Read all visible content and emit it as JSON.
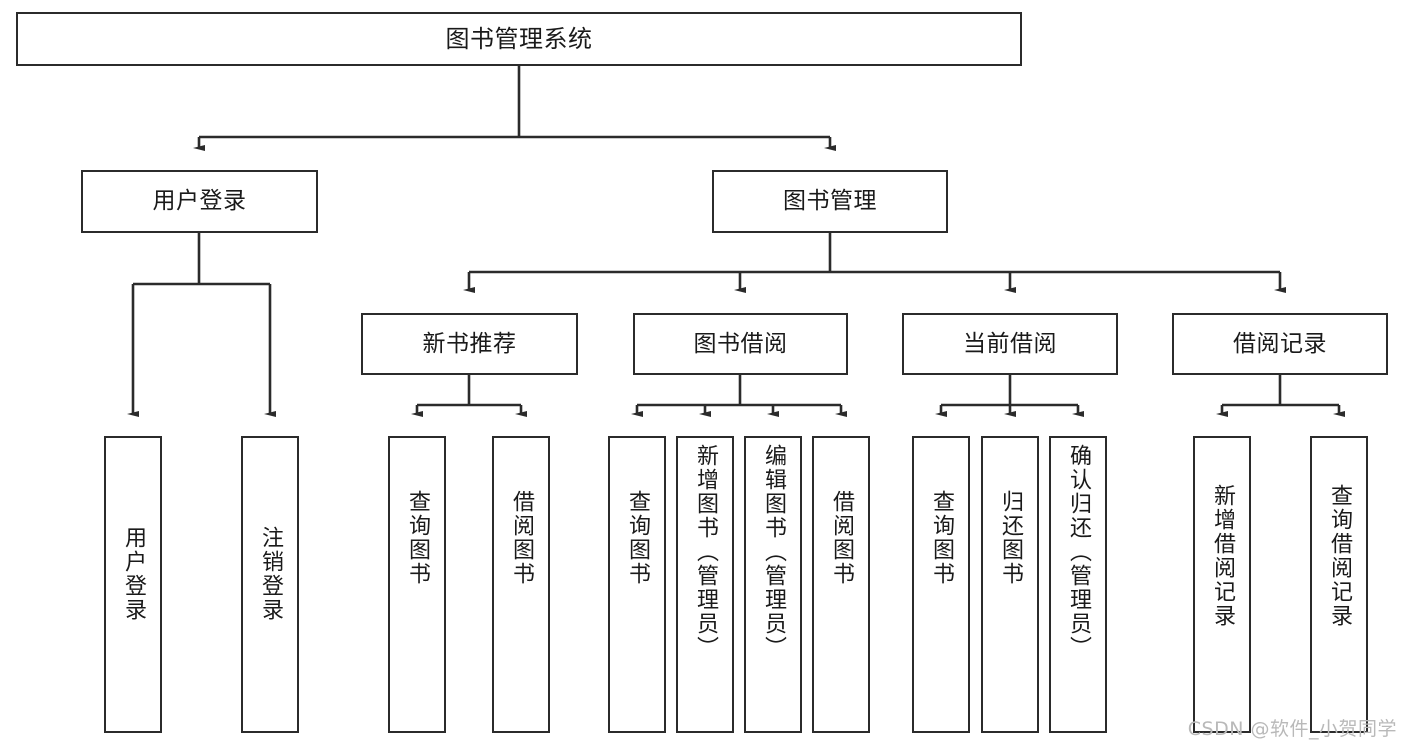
{
  "diagram": {
    "type": "tree-hierarchy",
    "title": "图书管理系统",
    "root": {
      "id": "root",
      "label": "图书管理系统",
      "orientation": "horizontal"
    },
    "level2": [
      {
        "id": "user-login",
        "label": "用户登录",
        "orientation": "horizontal"
      },
      {
        "id": "book-manage",
        "label": "图书管理",
        "orientation": "horizontal"
      }
    ],
    "level3": [
      {
        "id": "new-book-recommend",
        "label": "新书推荐",
        "orientation": "horizontal",
        "parent": "book-manage"
      },
      {
        "id": "book-borrow",
        "label": "图书借阅",
        "orientation": "horizontal",
        "parent": "book-manage"
      },
      {
        "id": "current-borrow",
        "label": "当前借阅",
        "orientation": "horizontal",
        "parent": "book-manage"
      },
      {
        "id": "borrow-record",
        "label": "借阅记录",
        "orientation": "horizontal",
        "parent": "book-manage"
      }
    ],
    "leaves": [
      {
        "id": "leaf-user-login",
        "label": "用户登录",
        "parent": "user-login",
        "orientation": "vertical"
      },
      {
        "id": "leaf-user-logout",
        "label": "注销登录",
        "parent": "user-login",
        "orientation": "vertical"
      },
      {
        "id": "leaf-query-book-1",
        "label": "查询图书",
        "parent": "new-book-recommend",
        "orientation": "vertical"
      },
      {
        "id": "leaf-borrow-book-1",
        "label": "借阅图书",
        "parent": "new-book-recommend",
        "orientation": "vertical"
      },
      {
        "id": "leaf-query-book-2",
        "label": "查询图书",
        "parent": "book-borrow",
        "orientation": "vertical"
      },
      {
        "id": "leaf-add-book",
        "label": "新增图书（管理员）",
        "parent": "book-borrow",
        "orientation": "vertical"
      },
      {
        "id": "leaf-edit-book",
        "label": "编辑图书（管理员）",
        "parent": "book-borrow",
        "orientation": "vertical"
      },
      {
        "id": "leaf-borrow-book-2",
        "label": "借阅图书",
        "parent": "book-borrow",
        "orientation": "vertical"
      },
      {
        "id": "leaf-query-book-3",
        "label": "查询图书",
        "parent": "current-borrow",
        "orientation": "vertical"
      },
      {
        "id": "leaf-return-book",
        "label": "归还图书",
        "parent": "current-borrow",
        "orientation": "vertical"
      },
      {
        "id": "leaf-confirm-return",
        "label": "确认归还（管理员）",
        "parent": "current-borrow",
        "orientation": "vertical"
      },
      {
        "id": "leaf-add-record",
        "label": "新增借阅记录",
        "parent": "borrow-record",
        "orientation": "vertical"
      },
      {
        "id": "leaf-query-record",
        "label": "查询借阅记录",
        "parent": "borrow-record",
        "orientation": "vertical"
      }
    ],
    "colors": {
      "border": "#2b2b2b",
      "text": "#1a1a1a",
      "background": "#ffffff",
      "edge": "#2b2b2b",
      "watermark": "#b9b9b9"
    }
  },
  "watermark": {
    "text": "CSDN @软件_小贺同学"
  }
}
